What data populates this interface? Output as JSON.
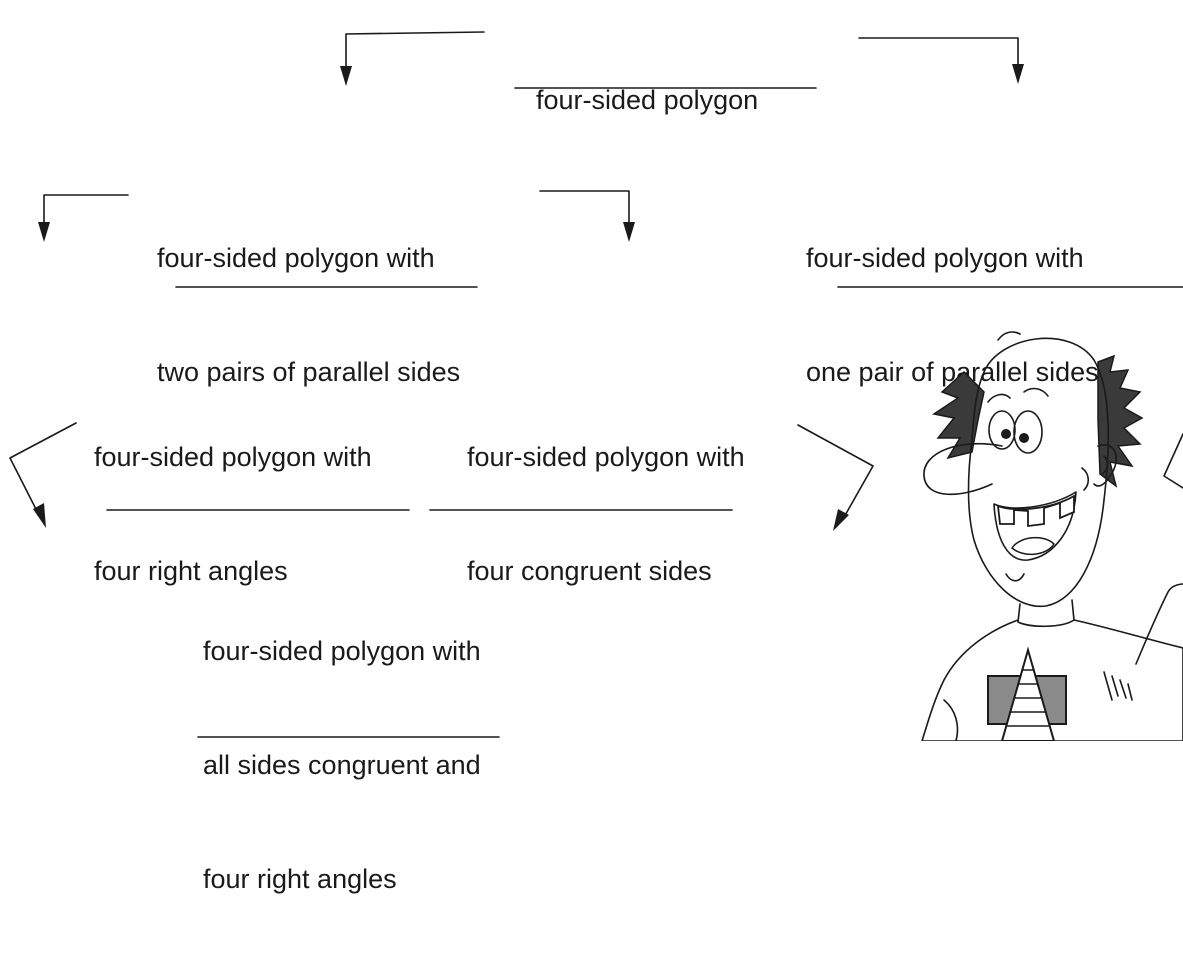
{
  "nodes": {
    "root": {
      "lines": [
        "four-sided polygon"
      ]
    },
    "parallelogram": {
      "lines": [
        "four-sided polygon with",
        "two pairs of parallel sides"
      ]
    },
    "trapezoid": {
      "lines": [
        "four-sided polygon with",
        "one pair of parallel sides"
      ]
    },
    "rectangle": {
      "lines": [
        "four-sided polygon with",
        "four right angles"
      ]
    },
    "rhombus": {
      "lines": [
        "four-sided polygon with",
        "four congruent sides"
      ]
    },
    "square": {
      "lines": [
        "four-sided polygon with",
        "all sides congruent and",
        "four right angles"
      ]
    }
  },
  "colors": {
    "ink": "#1a1a1a",
    "background": "#ffffff",
    "shirt_panel": "#8a8a8a",
    "hair": "#3a3a3a"
  },
  "illustration": {
    "icon": "cartoon-teacher-icon"
  }
}
